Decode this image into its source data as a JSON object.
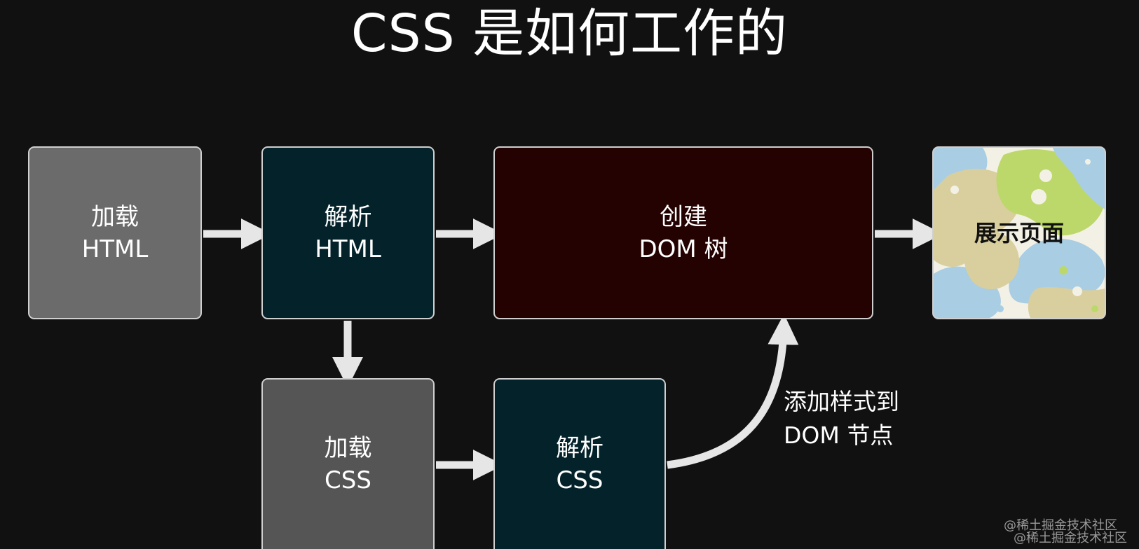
{
  "title": "CSS 是如何工作的",
  "nodes": {
    "load_html": [
      "加载",
      "HTML"
    ],
    "parse_html": [
      "解析",
      "HTML"
    ],
    "create_dom": [
      "创建",
      "DOM 树"
    ],
    "render_page": [
      "展示页面"
    ],
    "load_css": [
      "加载",
      "CSS"
    ],
    "parse_css": [
      "解析",
      "CSS"
    ]
  },
  "edge_label": [
    "添加样式到",
    "DOM 节点"
  ],
  "watermark": "@稀土掘金技术社区",
  "colors": {
    "background": "#111111",
    "load_box": "#6b6b6b",
    "load_css_box": "#555555",
    "parse_box": "#04222a",
    "dom_box": "#250202",
    "arrow": "#e6e6e6"
  }
}
